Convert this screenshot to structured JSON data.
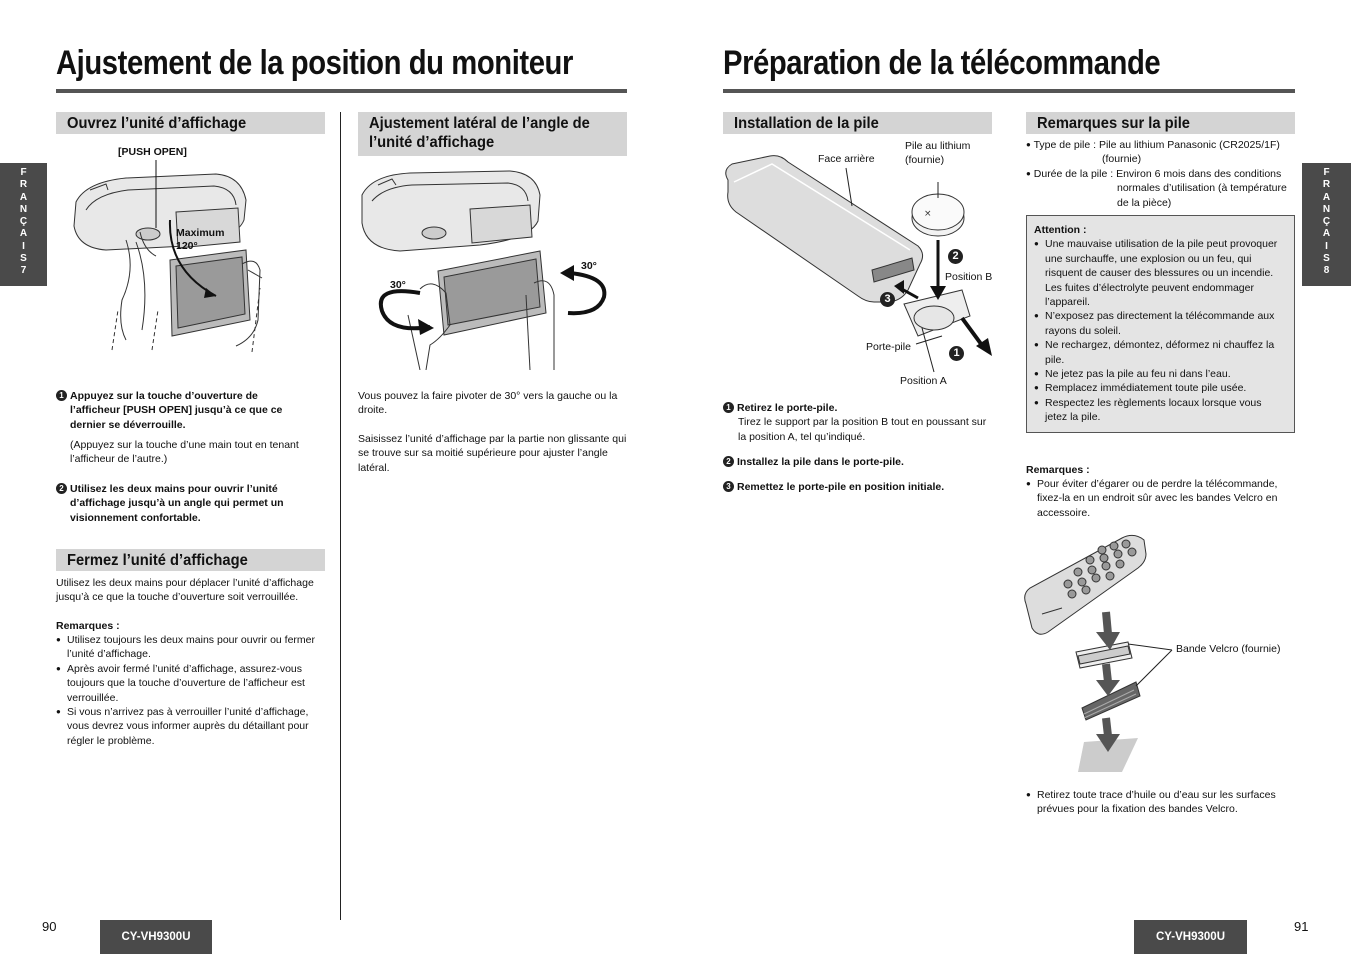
{
  "left_page": {
    "title": "Ajustement de la position du moniteur",
    "side_tab": {
      "letters": [
        "F",
        "R",
        "A",
        "N",
        "Ç",
        "A",
        "I",
        "S"
      ],
      "number": "7"
    },
    "open_section": {
      "heading": "Ouvrez l’unité d’affichage",
      "push_open_label": "[PUSH OPEN]",
      "max_label_1": "Maximum",
      "max_label_2": "120°",
      "step1_num": "1",
      "step1_bold": "Appuyez sur la touche d’ouverture de l’afficheur [PUSH OPEN] jusqu’à ce que ce dernier se déverrouille.",
      "step1_note": "(Appuyez sur la touche d’une main tout en tenant l’afficheur de l’autre.)",
      "step2_num": "2",
      "step2_bold": "Utilisez les deux mains pour ouvrir l’unité d’affichage jusqu’à un angle qui permet un visionnement confortable."
    },
    "close_section": {
      "heading": "Fermez l’unité d’affichage",
      "text": "Utilisez les deux mains pour déplacer l’unité d’affichage jusqu’à ce que la touche d’ouverture soit verrouillée.",
      "remarks_title": "Remarques :",
      "remarks": [
        "Utilisez toujours les deux mains pour ouvrir ou fermer l’unité d’affichage.",
        "Après avoir fermé l’unité d’affichage, assurez-vous toujours que la touche d’ouverture de l’afficheur est verrouillée.",
        "Si vous n’arrivez pas à verrouiller l’unité d’affichage, vous devrez vous informer auprès du détaillant pour régler le problème."
      ]
    },
    "lateral_section": {
      "heading_line1": "Ajustement latéral de l’angle de",
      "heading_line2": "l’unité d’affichage",
      "angle_left": "30°",
      "angle_right": "30°",
      "text1": "Vous pouvez la faire pivoter de 30° vers la gauche ou la droite.",
      "text2": "Saisissez l’unité d’affichage par la partie non glissante qui se trouve sur sa moitié supérieure pour ajuster l’angle latéral."
    },
    "page_number": "90",
    "model": "CY-VH9300U"
  },
  "right_page": {
    "title": "Préparation de la télécommande",
    "side_tab": {
      "letters": [
        "F",
        "R",
        "A",
        "N",
        "Ç",
        "A",
        "I",
        "S"
      ],
      "number": "8"
    },
    "install_section": {
      "heading": "Installation de la pile",
      "label_face": "Face arrière",
      "label_pile_1": "Pile au lithium",
      "label_pile_2": "(fournie)",
      "label_pos_b": "Position B",
      "label_porte": "Porte-pile",
      "label_pos_a": "Position A",
      "marker_1": "1",
      "marker_2": "2",
      "marker_3": "3",
      "step1_num": "1",
      "step1_bold": "Retirez le porte-pile.",
      "step1_text": "Tirez le support par la position B tout en poussant sur la position A, tel qu’indiqué.",
      "step2_num": "2",
      "step2_bold": "Installez la pile dans le porte-pile.",
      "step3_num": "3",
      "step3_bold": "Remettez le porte-pile en position initiale."
    },
    "remarks_section": {
      "heading": "Remarques sur la pile",
      "type_label": "Type de pile : ",
      "type_value_1": "Pile au lithium Panasonic (CR2025/1F)",
      "type_value_2": "(fournie)",
      "life_label": "Durée de la pile : ",
      "life_value_1": "Environ 6 mois dans des conditions",
      "life_value_2": "normales d’utilisation (à température",
      "life_value_3": "de la pièce)",
      "attention_title": "Attention :",
      "attention_items": [
        "Une mauvaise utilisation de la pile peut provoquer une surchauffe, une explosion ou un feu, qui risquent de causer des blessures ou un incendie. Les fuites d’électrolyte peuvent endommager l’appareil.",
        "N’exposez pas directement la télécommande aux rayons du soleil.",
        "Ne rechargez, démontez, déformez ni chauffez la pile.",
        "Ne jetez pas la pile au feu ni dans l’eau.",
        "Remplacez immédiatement toute pile usée.",
        "Respectez les règlements locaux lorsque vous jetez la pile."
      ],
      "remarks_title": "Remarques :",
      "remark_1": "Pour éviter d’égarer ou de perdre la télécommande, fixez-la en un endroit sûr avec les bandes Velcro en accessoire.",
      "velcro_label": "Bande Velcro (fournie)",
      "remark_2": "Retirez toute trace d’huile ou d’eau sur les surfaces prévues pour la fixation des bandes Velcro."
    },
    "page_number": "91",
    "model": "CY-VH9300U"
  }
}
